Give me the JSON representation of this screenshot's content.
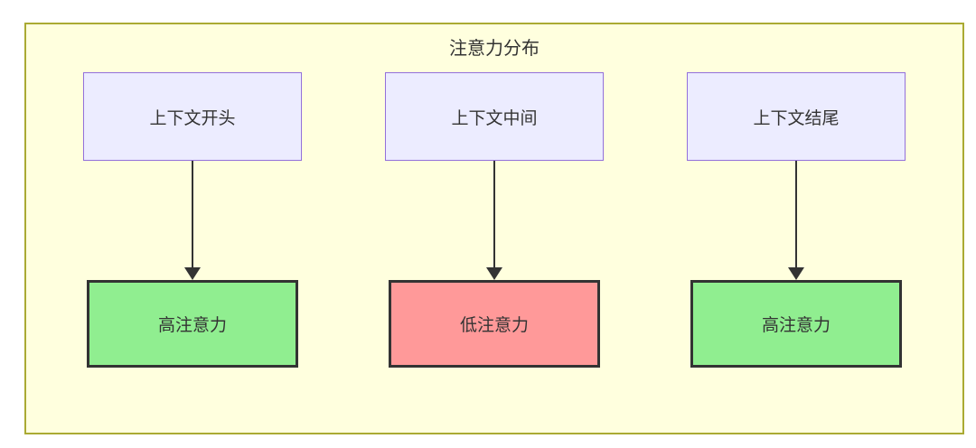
{
  "diagram": {
    "title": "注意力分布",
    "columns": [
      {
        "source": "上下文开头",
        "target": "高注意力",
        "level": "high"
      },
      {
        "source": "上下文中间",
        "target": "低注意力",
        "level": "low"
      },
      {
        "source": "上下文结尾",
        "target": "高注意力",
        "level": "high"
      }
    ],
    "colors": {
      "container_bg": "#ffffde",
      "container_border": "#aaaa33",
      "source_bg": "#ececff",
      "source_border": "#9370db",
      "high_bg": "#90ee90",
      "low_bg": "#ff9999",
      "target_border": "#333333",
      "arrow": "#333333",
      "text": "#333333"
    }
  }
}
